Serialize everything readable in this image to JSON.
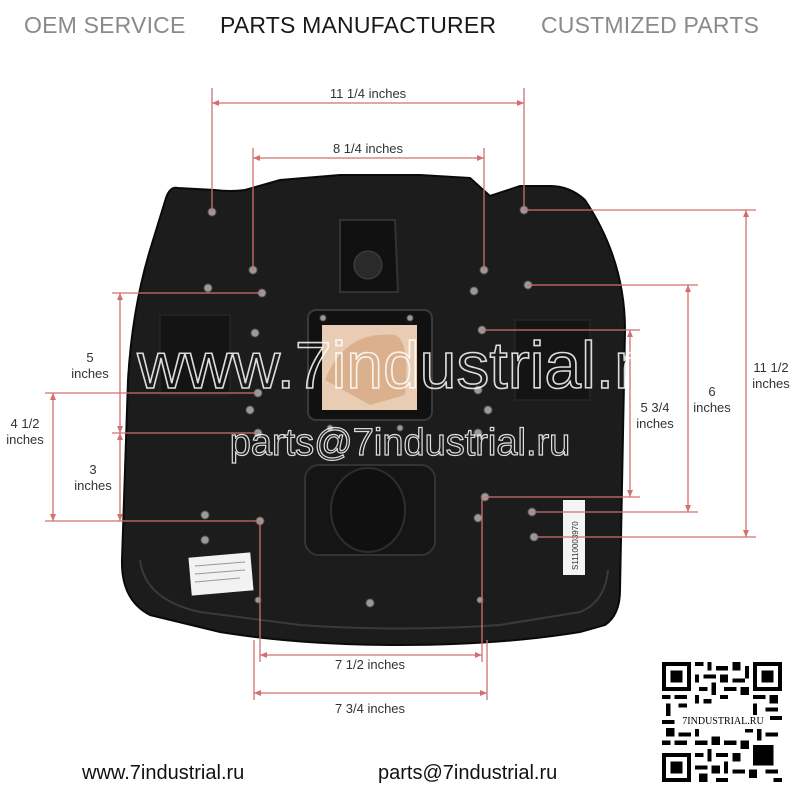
{
  "header": {
    "oem": "OEM SERVICE",
    "manufacturer": "PARTS MANUFACTURER",
    "customized": "CUSTMIZED PARTS"
  },
  "dimensions": {
    "top_outer": "11 1/4 inches",
    "top_inner": "8 1/4 inches",
    "bottom_inner": "7 1/2 inches",
    "bottom_outer": "7 3/4 inches",
    "left_5_num": "5",
    "left_5_unit": "inches",
    "left_45_num": "4 1/2",
    "left_45_unit": "inches",
    "left_3_num": "3",
    "left_3_unit": "inches",
    "right_534_num": "5 3/4",
    "right_534_unit": "inches",
    "right_6_num": "6",
    "right_6_unit": "inches",
    "right_1112_num": "11 1/2",
    "right_1112_unit": "inches"
  },
  "product": {
    "part_label": "S1110003970"
  },
  "watermark": {
    "site": "www.7industrial.ru",
    "email": "parts@7industrial.ru"
  },
  "footer": {
    "website": "www.7industrial.ru",
    "email": "parts@7industrial.ru"
  },
  "qr": {
    "label": "7INDUSTRIAL.RU"
  },
  "colors": {
    "dimension_line": "#d07070",
    "seat_body": "#1c1c1c",
    "foam_window": "#e8cdb4"
  }
}
